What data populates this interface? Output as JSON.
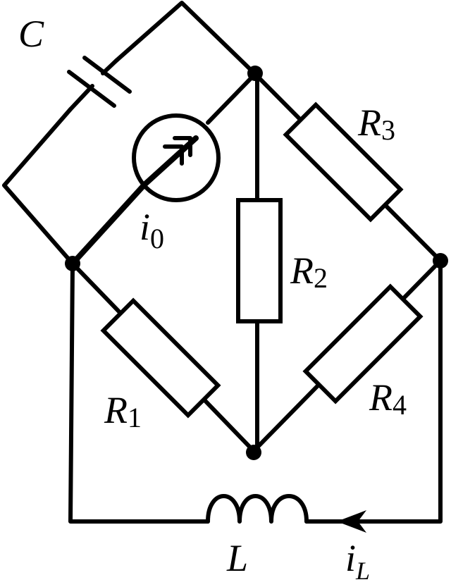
{
  "labels": {
    "capacitor": {
      "symbol": "C"
    },
    "source": {
      "symbol": "i",
      "subscript": "0"
    },
    "r1": {
      "symbol": "R",
      "subscript": "1"
    },
    "r2": {
      "symbol": "R",
      "subscript": "2"
    },
    "r3": {
      "symbol": "R",
      "subscript": "3"
    },
    "r4": {
      "symbol": "R",
      "subscript": "4"
    },
    "inductor": {
      "symbol": "L"
    },
    "inductor_current": {
      "symbol": "i",
      "subscript": "L"
    }
  },
  "colors": {
    "stroke": "#000000",
    "background": "#ffffff"
  }
}
